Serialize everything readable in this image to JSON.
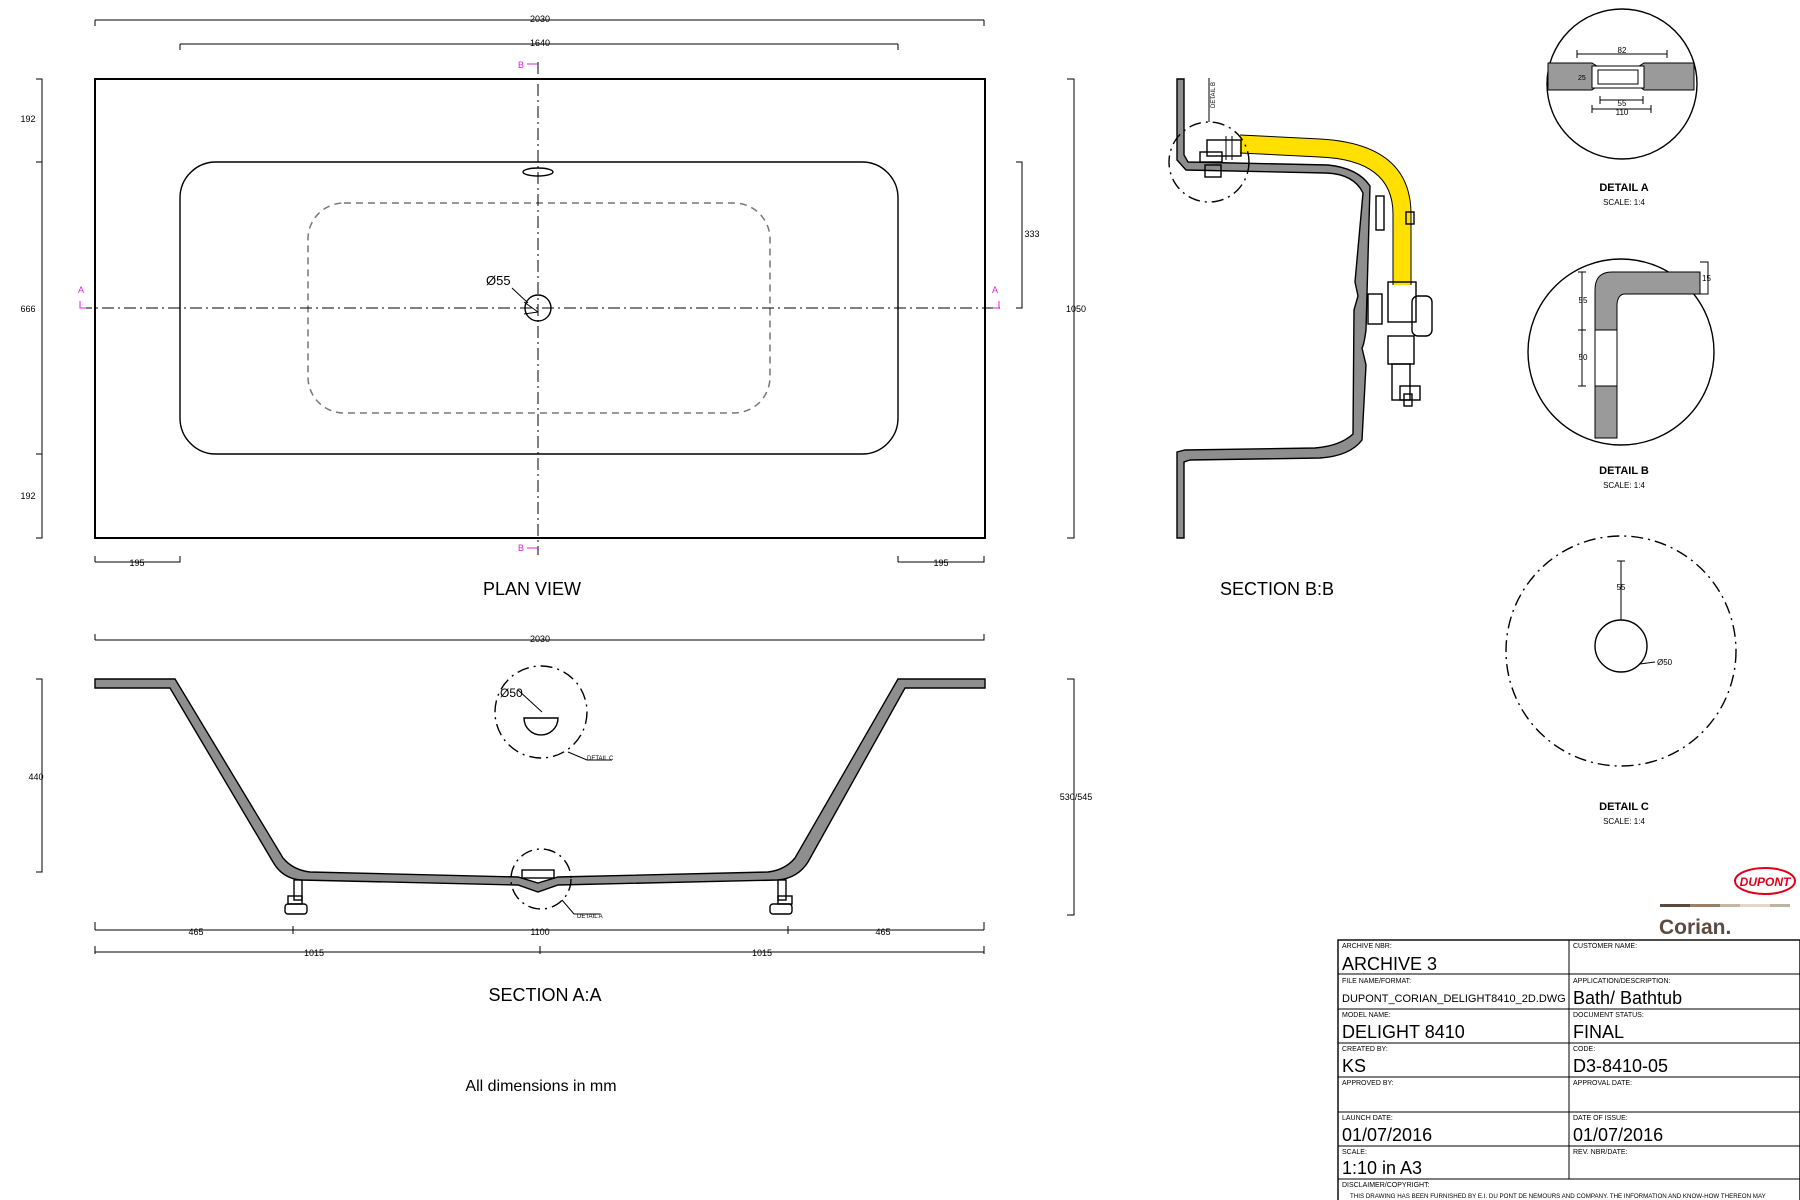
{
  "plan_view": {
    "caption": "PLAN VIEW",
    "dims": {
      "overall_length": "2030",
      "inner_length": "1640",
      "top_margin": "192",
      "bowl_width": "666",
      "bottom_margin": "192",
      "half_width": "333",
      "overall_width": "1050",
      "left_offset": "195",
      "right_offset": "195",
      "waste_diameter": "Ø55"
    },
    "section_markers": {
      "a_left": "A",
      "a_right": "A",
      "b_top": "B",
      "b_bottom": "B"
    }
  },
  "section_aa": {
    "caption": "SECTION A:A",
    "dims": {
      "overall_length": "2030",
      "depth": "440",
      "height": "530/545",
      "left_leg": "465",
      "center_span": "1100",
      "right_leg": "465",
      "left_half": "1015",
      "right_half": "1015",
      "overflow_diameter": "Ø50"
    },
    "callouts": {
      "detail_c": "DETAIL C",
      "detail_a": "DETAIL A"
    }
  },
  "section_bb": {
    "caption": "SECTION B:B",
    "callout": "DETAIL B"
  },
  "details": {
    "a": {
      "caption": "DETAIL A",
      "scale": "SCALE: 1:4",
      "dims": {
        "top": "82",
        "side": "25",
        "inner": "55",
        "bottom": "110"
      }
    },
    "b": {
      "caption": "DETAIL B",
      "scale": "SCALE: 1:4",
      "dims": {
        "upper": "55",
        "lower": "50",
        "flange": "15"
      }
    },
    "c": {
      "caption": "DETAIL C",
      "scale": "SCALE: 1:4",
      "dims": {
        "offset": "55",
        "diameter": "Ø50"
      }
    }
  },
  "note": "All dimensions in mm",
  "logos": {
    "dupont": "DUPONT",
    "corian": "Corian."
  },
  "title_block": {
    "archive_label": "ARCHIVE NBR:",
    "archive_value": "ARCHIVE 3",
    "customer_label": "CUSTOMER NAME:",
    "customer_value": "",
    "file_label": "FILE NAME/FORMAT:",
    "file_value": "DUPONT_CORIAN_DELIGHT8410_2D.DWG",
    "application_label": "APPLICATION/DESCRIPTION:",
    "application_value": "Bath/ Bathtub",
    "model_label": "MODEL NAME:",
    "model_value": "DELIGHT 8410",
    "status_label": "DOCUMENT STATUS:",
    "status_value": "FINAL",
    "created_label": "CREATED BY:",
    "created_value": "KS",
    "code_label": "CODE:",
    "code_value": "D3-8410-05",
    "approved_label": "APPROVED BY:",
    "approved_value": "",
    "approval_date_label": "APPROVAL DATE:",
    "approval_date_value": "",
    "launch_label": "LAUNCH DATE:",
    "launch_value": "01/07/2016",
    "issue_label": "DATE OF ISSUE:",
    "issue_value": "01/07/2016",
    "scale_label": "SCALE:",
    "scale_value": "1:10 in A3",
    "rev_label": "REV. NBR/DATE:",
    "rev_value": "",
    "disclaimer_label": "DISCLAIMER/COPYRIGHT:",
    "disclaimer_text": "THIS DRAWING HAS BEEN FURNISHED BY E.I. DU PONT DE NEMOURS AND COMPANY. THE INFORMATION AND KNOW-HOW THEREON MAY"
  },
  "colors": {
    "marker": "#e020e0",
    "pipe": "#ffe000",
    "logo_red": "#e0001a",
    "shell": "#8e8e8e"
  }
}
